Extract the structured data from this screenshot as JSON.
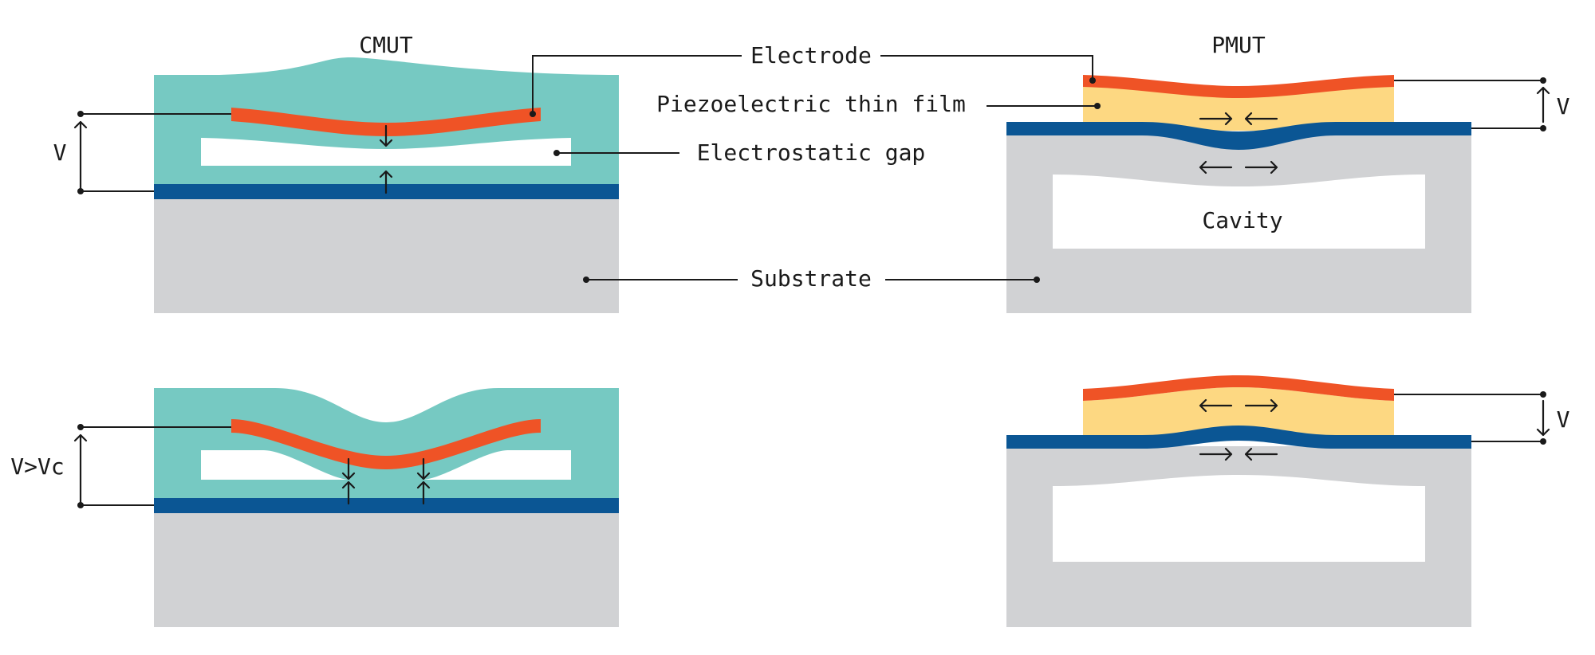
{
  "titles": {
    "cmut": "CMUT",
    "pmut": "PMUT"
  },
  "labels": {
    "electrode": "Electrode",
    "piezo_film": "Piezoelectric thin film",
    "electrostatic_gap": "Electrostatic gap",
    "cavity": "Cavity",
    "substrate": "Substrate"
  },
  "voltages": {
    "cmut_top": "V",
    "cmut_bottom": "V>Vc",
    "pmut_top": "V",
    "pmut_bottom": "V"
  },
  "colors": {
    "teal_membrane": "#76C9C2",
    "electrode_orange": "#EF5326",
    "bottom_electrode_blue": "#0B5694",
    "substrate_gray": "#D1D2D4",
    "piezo_yellow": "#FDD882",
    "line": "#1A1A1A"
  }
}
